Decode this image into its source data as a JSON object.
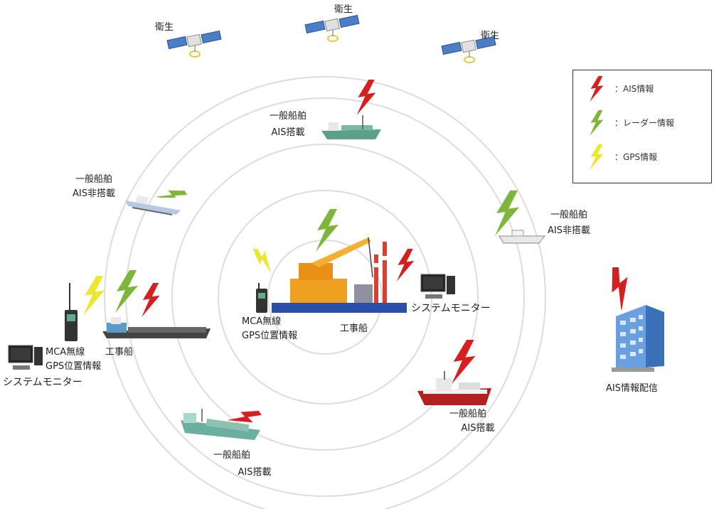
{
  "satellites": [
    {
      "label": "衛生"
    },
    {
      "label": "衛生"
    },
    {
      "label": "衛生"
    }
  ],
  "legend": {
    "items": [
      {
        "label": "：AIS情報",
        "color": "#d42020"
      },
      {
        "label": "：レーダー情報",
        "color": "#7db63a"
      },
      {
        "label": "：GPS情報",
        "color": "#e8e830"
      }
    ]
  },
  "vessels": {
    "top": {
      "name": "一般船舶",
      "status": "AIS搭載"
    },
    "upper_left": {
      "name": "一般船舶",
      "status": "AIS非搭載"
    },
    "right": {
      "name": "一般船舶",
      "status": "AIS非搭載"
    },
    "lower_right": {
      "name": "一般船舶",
      "status": "AIS搭載"
    },
    "bottom": {
      "name": "一般船舶",
      "status": "AIS搭載"
    }
  },
  "center": {
    "radio_line1": "MCA無線",
    "radio_line2": "GPS位置情報",
    "work_ship": "工事船",
    "monitor": "システムモニター"
  },
  "left": {
    "radio_line1": "MCA無線",
    "radio_line2": "GPS位置情報",
    "work_ship": "工事船",
    "monitor": "システムモニター"
  },
  "ais_distribution": "AIS情報配信",
  "colors": {
    "ais": "#d42020",
    "radar": "#7db63a",
    "gps": "#e8e830",
    "ring": "#d8d8d8"
  }
}
